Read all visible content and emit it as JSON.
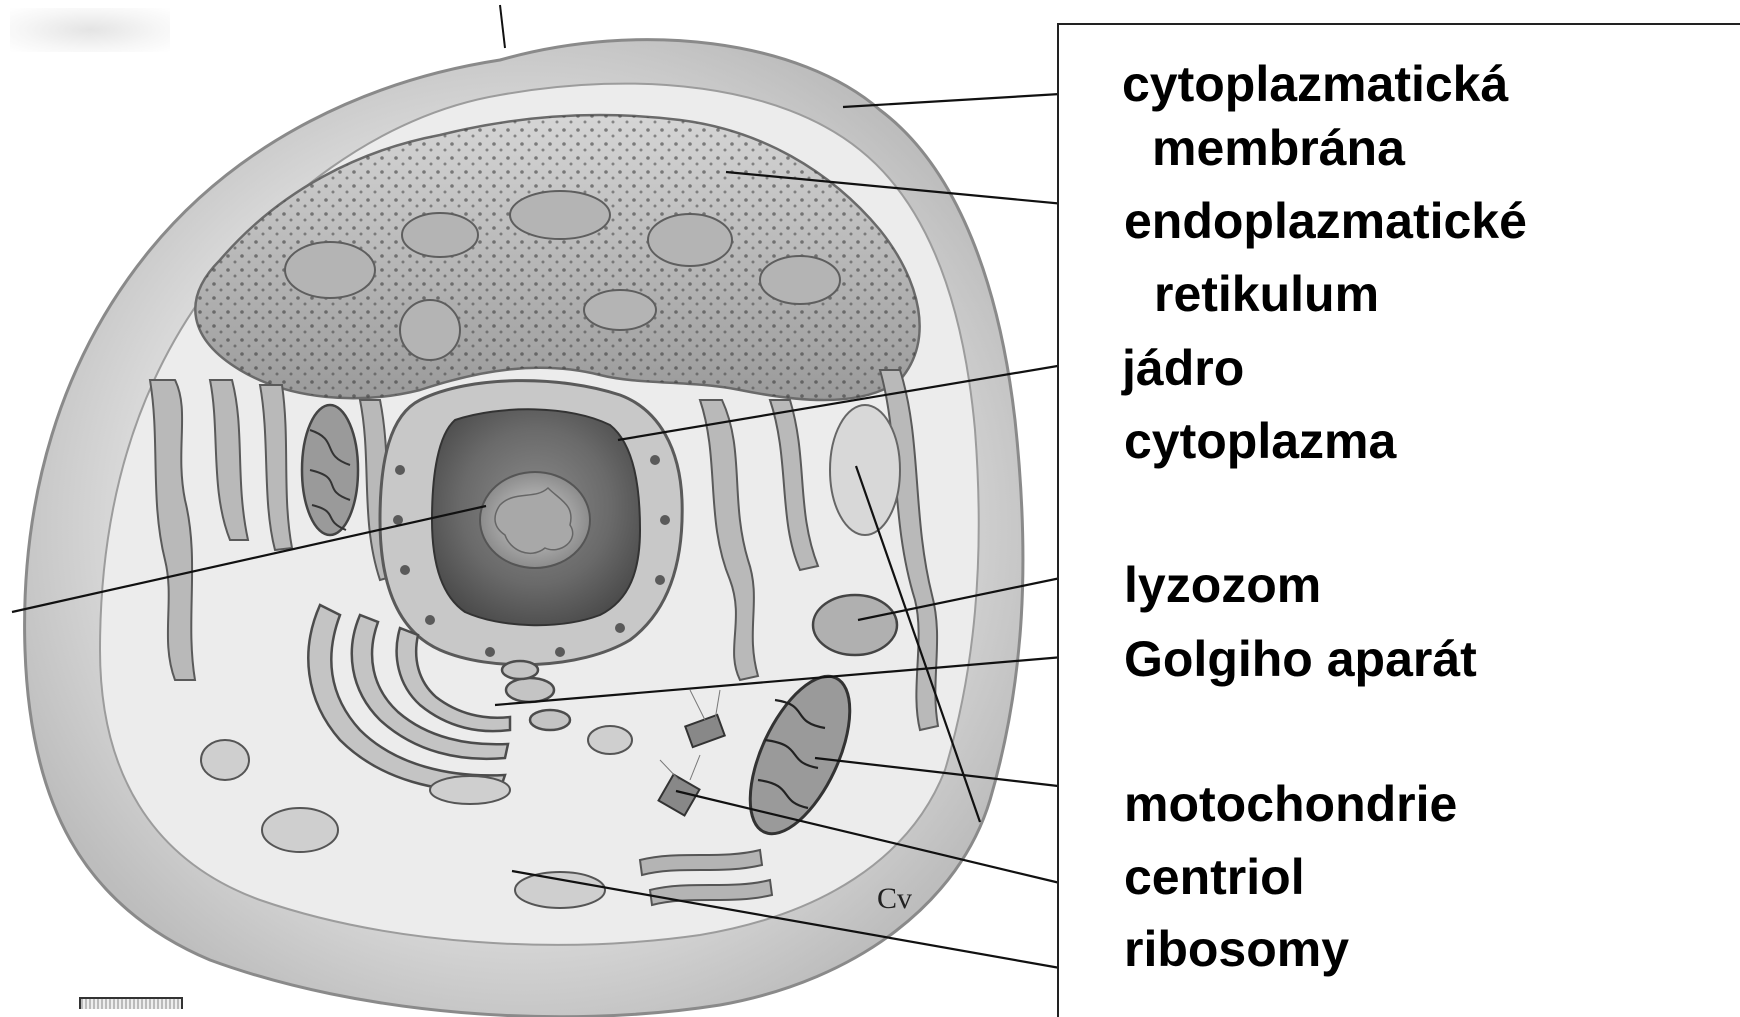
{
  "labels": {
    "cytoplasmic_membrane_line1": "cytoplazmatická",
    "cytoplasmic_membrane_line2": "membrána",
    "endoplasmic_reticulum_line1": "endoplazmatické",
    "endoplasmic_reticulum_line2": "retikulum",
    "nucleus": "jádro",
    "cytoplasm": "cytoplazma",
    "lysosome": "lyzozom",
    "golgi": "Golgiho aparát",
    "mitochondria": "motochondrie",
    "centriole": "centriol",
    "ribosomes": "ribosomy"
  },
  "figure": {
    "source_mark": "Cv"
  },
  "colors": {
    "text": "#000000",
    "lines": "#111111",
    "panel_border": "#222222"
  }
}
